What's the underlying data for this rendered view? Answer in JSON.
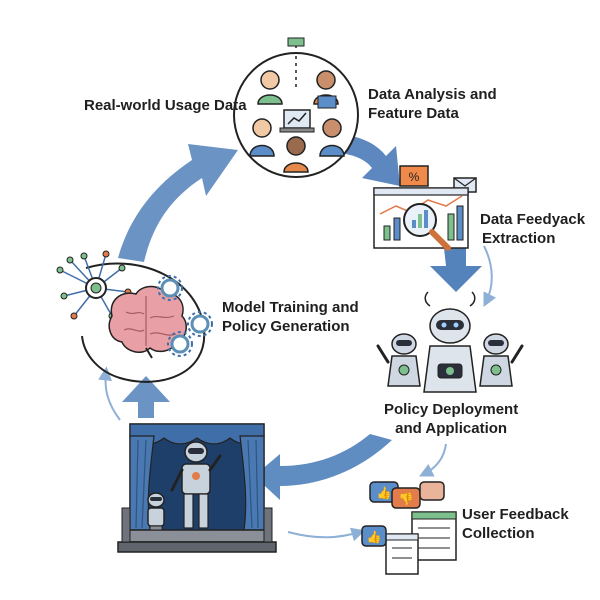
{
  "nodes": {
    "real_world": {
      "label": "Real-world Usage Data"
    },
    "analysis": {
      "line1": "Data Analysis and",
      "line2": "Feature Data"
    },
    "extraction": {
      "line1": "Data Feedyack",
      "line2": "Extraction"
    },
    "deployment": {
      "line1": "Policy Deployment",
      "line2": "and Application"
    },
    "feedback": {
      "line1": "User Feedback",
      "line2": "Collection"
    },
    "training": {
      "line1": "Model Training and",
      "line2": "Policy Generation"
    }
  },
  "icons": {
    "analysis": "people-with-laptops-icon",
    "extraction": "magnified-chart-icon",
    "deployment": "robots-icon",
    "feedback": "feedback-bubbles-icon",
    "training": "brain-gears-icon",
    "stage": "robot-theater-stage-icon"
  },
  "colors": {
    "arrow": "#6b93c4",
    "arrow_dark": "#5482bb",
    "thin_arrow": "#8fb0d6",
    "outline": "#222222",
    "curtain": "#3f6ea9",
    "brain": "#e8a0a6",
    "gear": "#5c8fb5",
    "screen_orange": "#f08a4b",
    "thumb_like": "#5b8ec9",
    "thumb_dislike": "#e27d4b"
  }
}
